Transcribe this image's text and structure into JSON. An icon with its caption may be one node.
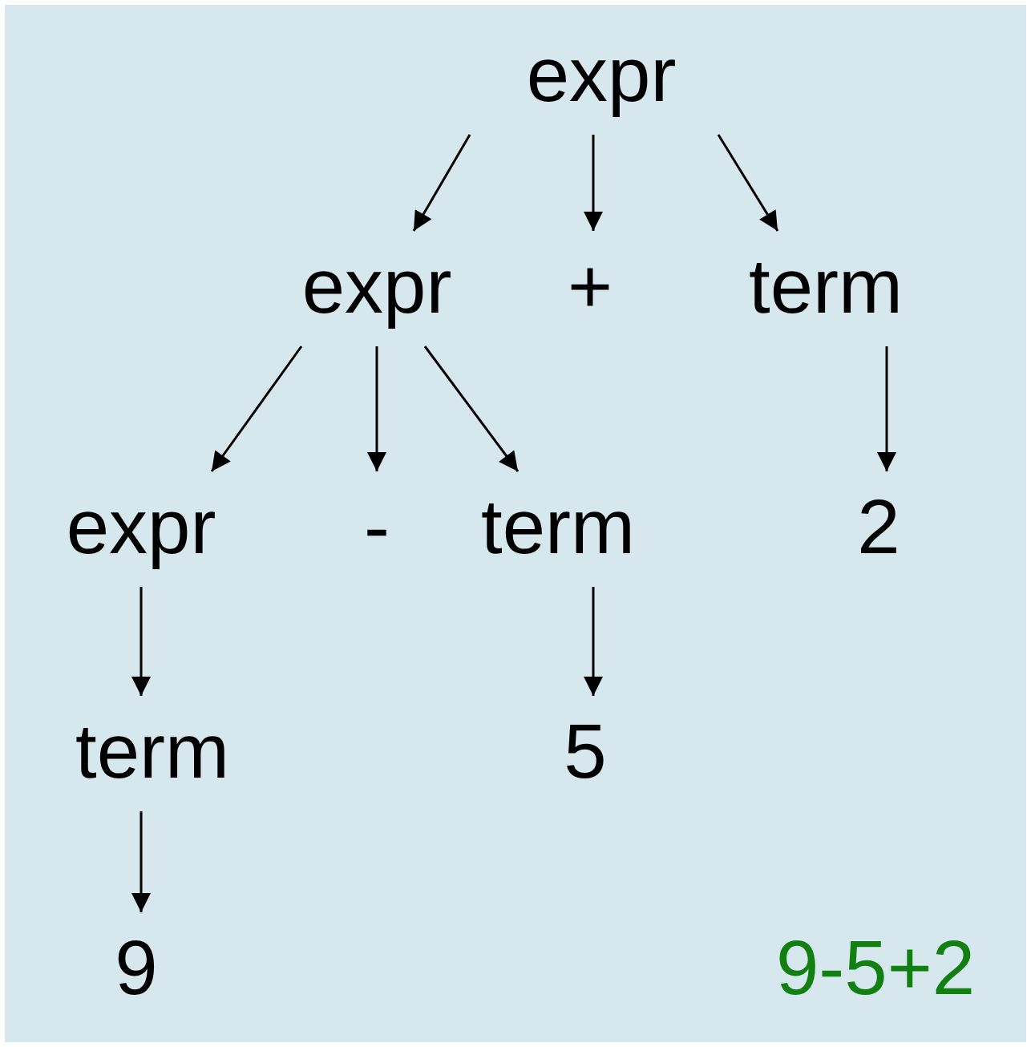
{
  "diagram": {
    "nodes": [
      {
        "text": [
          "expr"
        ]
      },
      {
        "text": [
          "expr"
        ]
      },
      {
        "text": [
          "+"
        ]
      },
      {
        "text": [
          "term"
        ]
      },
      {
        "text": [
          "expr"
        ]
      },
      {
        "text": [
          "-"
        ]
      },
      {
        "text": [
          "term"
        ]
      },
      {
        "text": [
          "2"
        ]
      },
      {
        "text": [
          "term"
        ]
      },
      {
        "text": [
          "5"
        ]
      },
      {
        "text": [
          "9"
        ]
      }
    ],
    "edges": [
      {
        "from": 0,
        "to": 1,
        "arrow": "to"
      },
      {
        "from": 0,
        "to": 2,
        "arrow": "to"
      },
      {
        "from": 0,
        "to": 3,
        "arrow": "to"
      },
      {
        "from": 1,
        "to": 4,
        "arrow": "to"
      },
      {
        "from": 1,
        "to": 5,
        "arrow": "to"
      },
      {
        "from": 1,
        "to": 6,
        "arrow": "to"
      },
      {
        "from": 3,
        "to": 7,
        "arrow": "to"
      },
      {
        "from": 4,
        "to": 8,
        "arrow": "to"
      },
      {
        "from": 6,
        "to": 9,
        "arrow": "to"
      },
      {
        "from": 8,
        "to": 10,
        "arrow": "to"
      }
    ],
    "labels": [
      "9-5+2"
    ]
  }
}
